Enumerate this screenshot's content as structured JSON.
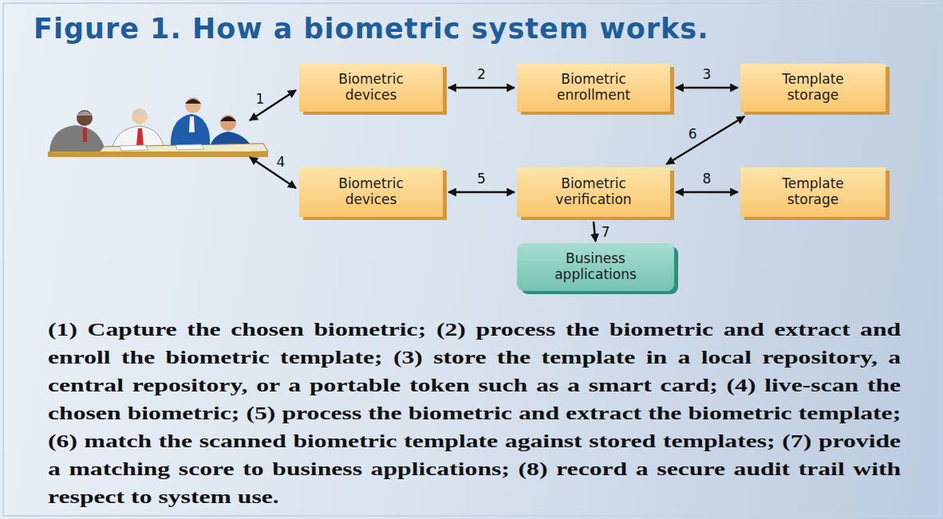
{
  "diagram": {
    "title": "Figure 1. How a biometric system works.",
    "caption": "(1) Capture the chosen biometric; (2) process the biometric and extract and enroll the biometric template; (3) store the template in a local repository, a central repository, or a portable token such as a smart card; (4) live-scan the chosen biometric; (5) process the biometric and extract the biometric template; (6) match the scanned biometric template against stored templates; (7) provide a matching score to business applications; (8) record a secure audit trail with respect to system use.",
    "nodes": [
      {
        "text": [
          "Biometric devices"
        ]
      },
      {
        "text": [
          "Biometric enrollment"
        ]
      },
      {
        "text": [
          "Template storage"
        ]
      },
      {
        "text": [
          "Biometric devices"
        ]
      },
      {
        "text": [
          "Biometric verification"
        ]
      },
      {
        "text": [
          "Template storage"
        ]
      },
      {
        "text": [
          "Business applications"
        ]
      }
    ],
    "edges": [
      {
        "from": 0,
        "to": 1,
        "label": "2",
        "arrow": "both"
      },
      {
        "from": 1,
        "to": 2,
        "label": "3",
        "arrow": "both"
      },
      {
        "from": 2,
        "to": 4,
        "label": "6",
        "arrow": "both"
      },
      {
        "from": 3,
        "to": 4,
        "label": "5",
        "arrow": "both"
      },
      {
        "from": 4,
        "to": 5,
        "label": "8",
        "arrow": "both"
      },
      {
        "from": 4,
        "to": 6,
        "label": "7",
        "arrow": "to"
      }
    ],
    "labels": [
      "1",
      "4"
    ]
  }
}
